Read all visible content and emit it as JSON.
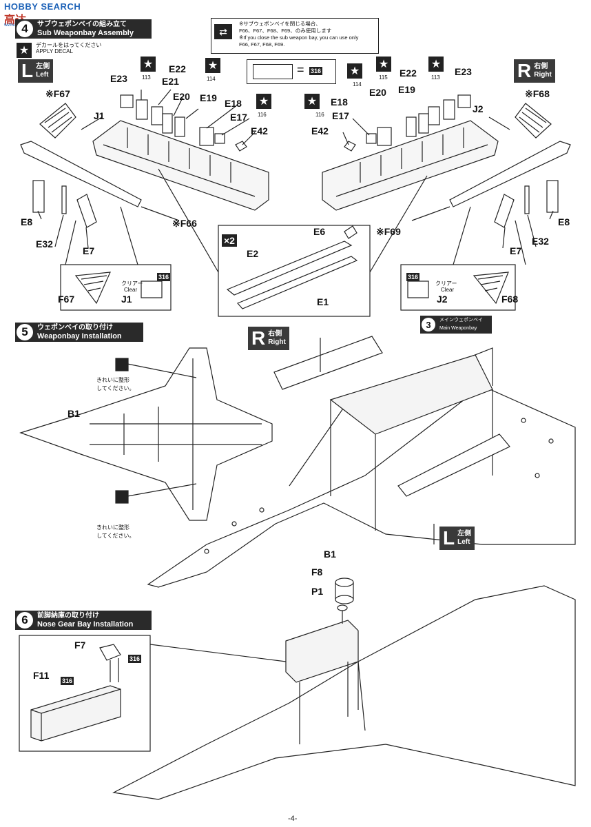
{
  "watermark": {
    "brand": "HOBBY SEARCH",
    "chinese": "高达",
    "url": "www.hobbysearch.com"
  },
  "step4": {
    "number": "4",
    "title_jp": "サブウェポンベイの組み立て",
    "title_en": "Sub Weaponbay Assembly",
    "apply_decal_jp": "デカールをはってください",
    "apply_decal_en": "APPLY DECAL",
    "note_jp_1": "※サブウェポンベイを閉じる場合、",
    "note_jp_2": "F66、F67、F68、F69、のみ使用します",
    "note_en_1": "※If you close the sub weapon bay, you can use only",
    "note_en_2": "F66, F67, F68, F69.",
    "equals_number": "316",
    "left": {
      "letter": "L",
      "jp": "左側",
      "en": "Left"
    },
    "right": {
      "letter": "R",
      "jp": "右側",
      "en": "Right"
    },
    "left_parts": [
      "E23",
      "E22",
      "E21",
      "E20",
      "E19",
      "E18",
      "E17",
      "E42",
      "※F67",
      "J1",
      "E8",
      "E32",
      "E7",
      "※F66"
    ],
    "right_parts": [
      "E22",
      "E23",
      "E20",
      "E19",
      "E18",
      "E17",
      "E42",
      "※F68",
      "J2",
      "E8",
      "E32",
      "E7",
      "※F69"
    ],
    "decal_numbers": [
      "113",
      "114",
      "116",
      "114",
      "115",
      "113",
      "116"
    ],
    "times": "×2",
    "detail_parts": [
      "E6",
      "E2",
      "E1"
    ],
    "inset_left": {
      "part": "F67",
      "clear_part": "J1",
      "clear_jp": "クリアー",
      "clear_en": "Clear",
      "decal": "316"
    },
    "inset_right": {
      "part": "F68",
      "clear_part": "J2",
      "clear_jp": "クリアー",
      "clear_en": "Clear",
      "decal": "316"
    }
  },
  "step5": {
    "number": "5",
    "title_jp": "ウェポンベイの取り付け",
    "title_en": "Weaponbay Installation",
    "clean_note_1": "きれいに整形",
    "clean_note_2": "してください。",
    "part_b1": "B1",
    "part_b1_lower": "B1",
    "right": {
      "letter": "R",
      "jp": "右側",
      "en": "Right"
    },
    "left": {
      "letter": "L",
      "jp": "左側",
      "en": "Left"
    },
    "main_ref_num": "3",
    "main_ref_jp": "メインウェポンベイ",
    "main_ref_en": "Main Weaponbay"
  },
  "step6": {
    "number": "6",
    "title_jp": "前脚納庫の取り付け",
    "title_en": "Nose Gear Bay Installation",
    "parts": {
      "f8": "F8",
      "p1": "P1",
      "f7": "F7",
      "f11": "F11"
    },
    "decal_f7": "316",
    "decal_f11": "316"
  },
  "page_number": "-4-"
}
